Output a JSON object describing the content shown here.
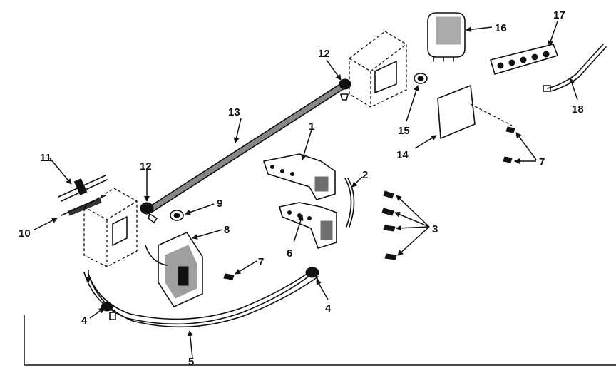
{
  "callouts": {
    "c1": "1",
    "c2": "2",
    "c3": "3",
    "c4a": "4",
    "c4b": "4",
    "c5": "5",
    "c6": "6",
    "c7a": "7",
    "c7b": "7",
    "c8": "8",
    "c9": "9",
    "c10": "10",
    "c11": "11",
    "c12a": "12",
    "c12b": "12",
    "c13": "13",
    "c14": "14",
    "c15": "15",
    "c16": "16",
    "c17": "17",
    "c18": "18"
  }
}
